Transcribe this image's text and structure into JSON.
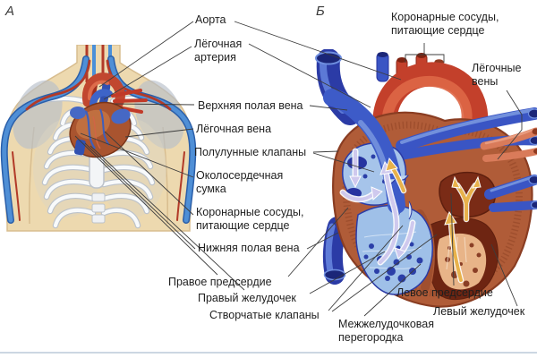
{
  "figure": {
    "panel_a_label": "А",
    "panel_b_label": "Б",
    "labels": {
      "aorta": "Аорта",
      "pulmonary_artery": "Лёгочная\nартерия",
      "superior_vena_cava": "Верхняя полая вена",
      "pulmonary_vein": "Лёгочная вена",
      "semilunar_valves": "Полулунные клапаны",
      "pericardial_sac": "Околосердечная\nсумка",
      "coronary_vessels_left": "Коронарные сосуды,\nпитающие сердце",
      "inferior_vena_cava": "Нижняя полая вена",
      "right_atrium": "Правое предсердие",
      "right_ventricle": "Правый желудочек",
      "cuspid_valves": "Створчатые клапаны",
      "coronary_vessels_right": "Коронарные сосуды,\nпитающие сердце",
      "pulmonary_veins": "Лёгочные\nвены",
      "left_atrium": "Левое предсердие",
      "left_ventricle": "Левый желудочек",
      "interventricular_septum": "Межжелудочковая\nперегородка"
    },
    "colors": {
      "background": "#ffffff",
      "leader_line": "#3d3d3d",
      "skin": "#edd9af",
      "bone": "#f8fafb",
      "vein_blue": "#3a55c4",
      "deep_blue": "#2b3ba6",
      "artery_red": "#c3402b",
      "salmon_vessel": "#d97b5a",
      "myocardium": "#b05c38",
      "chamber_blue": "#9fc0e8",
      "chamber_maroon": "#6e2512",
      "trabeculae_tan": "#e8b488",
      "arrow_yellow": "#e8b24b",
      "arrow_lavender": "#cfc9ee",
      "divider": "#ccd7e2"
    }
  }
}
